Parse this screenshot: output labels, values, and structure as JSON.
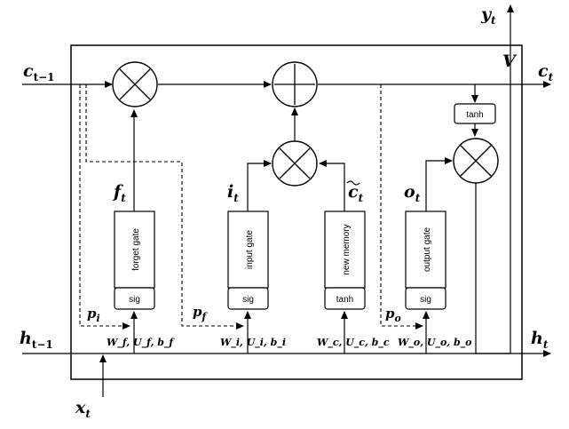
{
  "labels": {
    "c_prev": "c",
    "c_prev_sub": "t−1",
    "c_out": "c",
    "c_out_sub": "t",
    "h_prev": "h",
    "h_prev_sub": "t−1",
    "h_out": "h",
    "h_out_sub": "t",
    "x": "x",
    "x_sub": "t",
    "y": "y",
    "y_sub": "t",
    "V": "V",
    "f": "f",
    "f_sub": "t",
    "i": "i",
    "i_sub": "t",
    "c_tilde": "c",
    "c_tilde_sub": "t",
    "o": "o",
    "o_sub": "t",
    "p_i": "p",
    "p_i_sub": "i",
    "p_f": "p",
    "p_f_sub": "f",
    "p_o": "p",
    "p_o_sub": "o"
  },
  "params": {
    "forget": "W_f, U_f, b_f",
    "input": "W_i, U_i, b_i",
    "memory": "W_c, U_c, b_c",
    "output": "W_o, U_o, b_o"
  },
  "gates": {
    "forget": "forget gate",
    "input": "input gate",
    "memory": "new memory",
    "output": "output gate"
  },
  "activations": {
    "forget": "sig",
    "input": "sig",
    "memory": "tanh",
    "output": "sig",
    "cell": "tanh"
  },
  "operators": {
    "multiply": "×",
    "add": "+"
  }
}
